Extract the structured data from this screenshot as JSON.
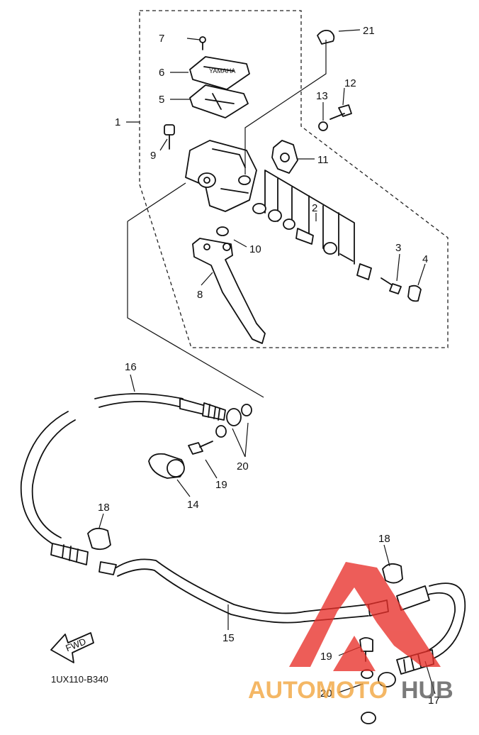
{
  "diagram": {
    "part_code": "1UX110-B340",
    "fwd_label": "FWD",
    "callouts": {
      "c1": "1",
      "c2": "2",
      "c3": "3",
      "c4": "4",
      "c5": "5",
      "c6": "6",
      "c7": "7",
      "c8": "8",
      "c9": "9",
      "c10": "10",
      "c11": "11",
      "c12": "12",
      "c13": "13",
      "c14": "14",
      "c15": "15",
      "c16": "16",
      "c17": "17",
      "c18a": "18",
      "c18b": "18",
      "c19a": "19",
      "c19b": "19",
      "c20a": "20",
      "c20b": "20",
      "c21": "21"
    }
  },
  "watermark": {
    "text_a": "AUTOMOTO",
    "text_b": "HUB",
    "color_a": "#f2a33a",
    "color_b": "#555555",
    "logo_color": "#e8302a"
  }
}
